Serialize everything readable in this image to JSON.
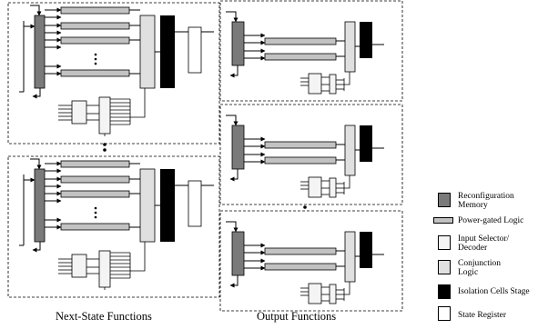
{
  "captions": {
    "next_state": "Next-State Functions",
    "output": "Output Functions"
  },
  "legend": {
    "reconfig_memory": "Reconfiguration\nMemory",
    "power_gated": "Power-gated Logic",
    "input_selector": "Input Selector/\nDecoder",
    "conjunction": "Conjunction\nLogic",
    "isolation": "Isolation Cells Stage",
    "state_register": "State Register"
  },
  "colors": {
    "reconfig_memory": "#7a7a7a",
    "power_gated": "#c2c2c2",
    "input_selector": "#f4f4f4",
    "conjunction": "#e0e0e0",
    "isolation": "#000000",
    "state_register": "#ffffff"
  }
}
